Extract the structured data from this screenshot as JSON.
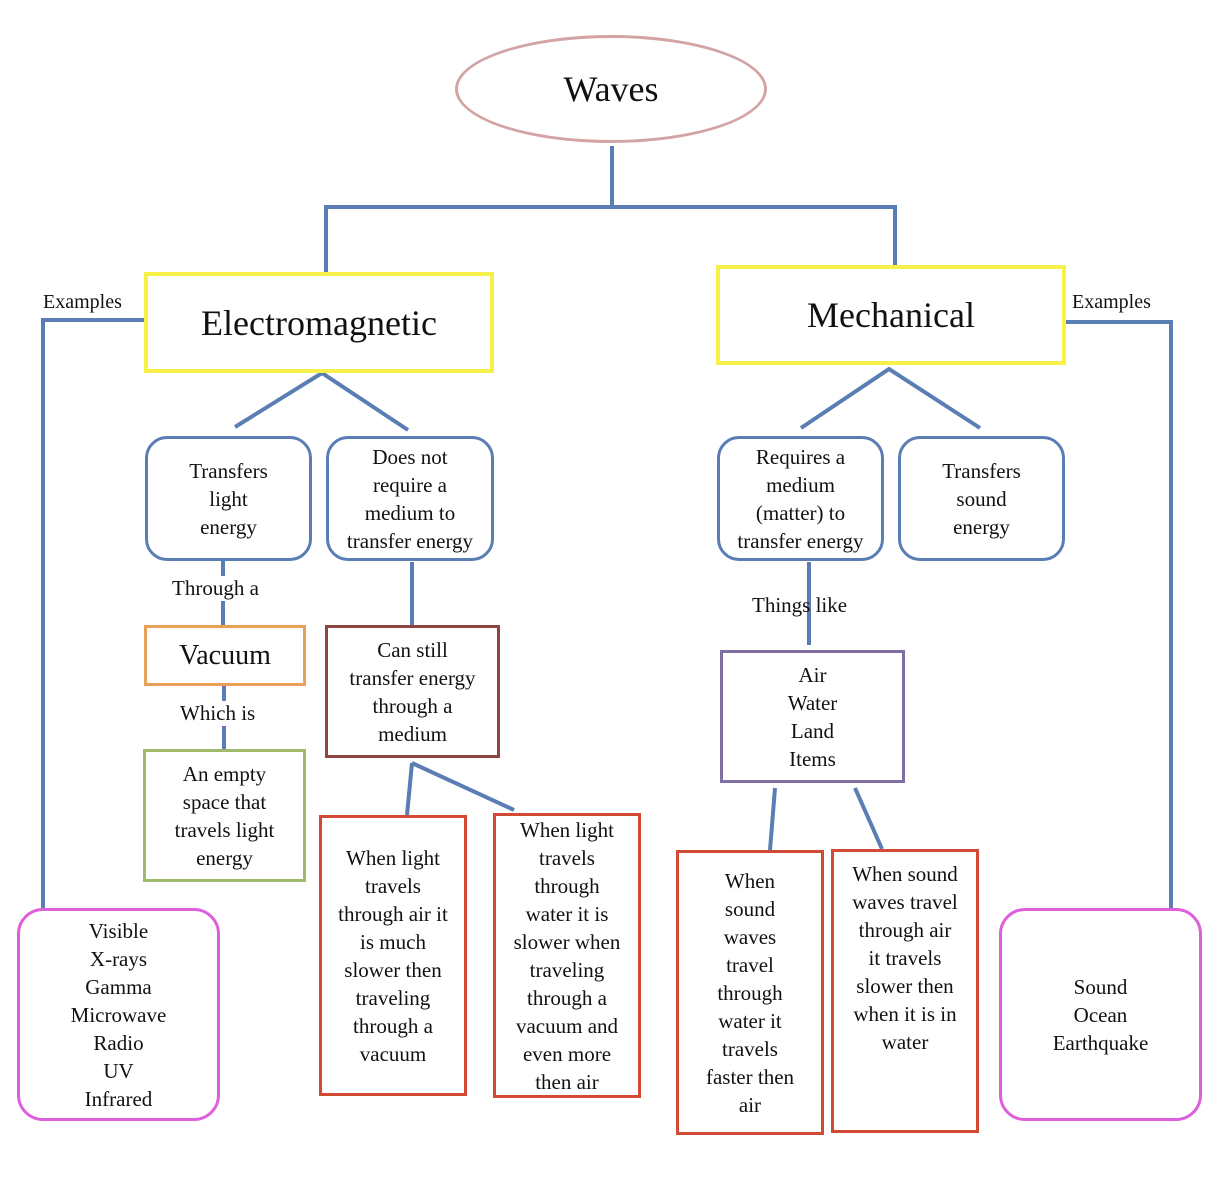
{
  "diagram": {
    "title": "Waves",
    "colors": {
      "connector": "#5a7db4",
      "root_border": "#d4a3a3",
      "category_border": "#f8f14a",
      "property_border": "#5a7db4",
      "vacuum_border": "#e8a05a",
      "definition_border": "#9fba6a",
      "medium_border": "#8e4541",
      "detail_border": "#d24a33",
      "media_border": "#7f6ea0",
      "examples_border": "#dd5fdc"
    },
    "electromagnetic": {
      "title": "Electromagnetic",
      "examples_label": "Examples",
      "examples": "Visible\nX-rays\nGamma\nMicrowave\nRadio\nUV\nInfrared",
      "property_light": "Transfers\nlight\nenergy",
      "property_medium": "Does not\nrequire  a\nmedium to\ntransfer energy",
      "through_label": "Through a",
      "vacuum": "Vacuum",
      "which_is_label": "Which is",
      "vacuum_definition": "An empty\nspace that\ntravels light\nenergy",
      "can_still": "Can still\ntransfer energy\nthrough a\nmedium",
      "air_detail": "When light\ntravels\nthrough air it\nis much\nslower then\ntraveling\nthrough a\nvacuum",
      "water_detail": "When light\ntravels\nthrough\nwater it is\nslower when\ntraveling\nthrough a\nvacuum and\neven more\nthen air"
    },
    "mechanical": {
      "title": "Mechanical",
      "examples_label": "Examples",
      "examples": "Sound\nOcean\nEarthquake",
      "property_medium": "Requires a\nmedium\n(matter) to\ntransfer energy",
      "property_sound": "Transfers\nsound\nenergy",
      "things_like_label": "Things like",
      "media": "Air\nWater\nLand\nItems",
      "water_detail": "When\nsound\nwaves\ntravel\nthrough\nwater it\ntravels\nfaster then\nair",
      "air_detail": "When sound\nwaves travel\nthrough air\nit travels\nslower then\nwhen it is in\nwater"
    }
  }
}
